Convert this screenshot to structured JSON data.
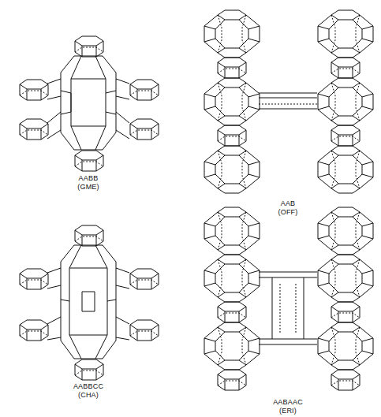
{
  "diagram": {
    "labels": [
      "AABB",
      "(GME)",
      "AAB",
      "(OFF)",
      "AABBCC",
      "(CHA)",
      "AABAAC",
      "(ERI)"
    ]
  }
}
